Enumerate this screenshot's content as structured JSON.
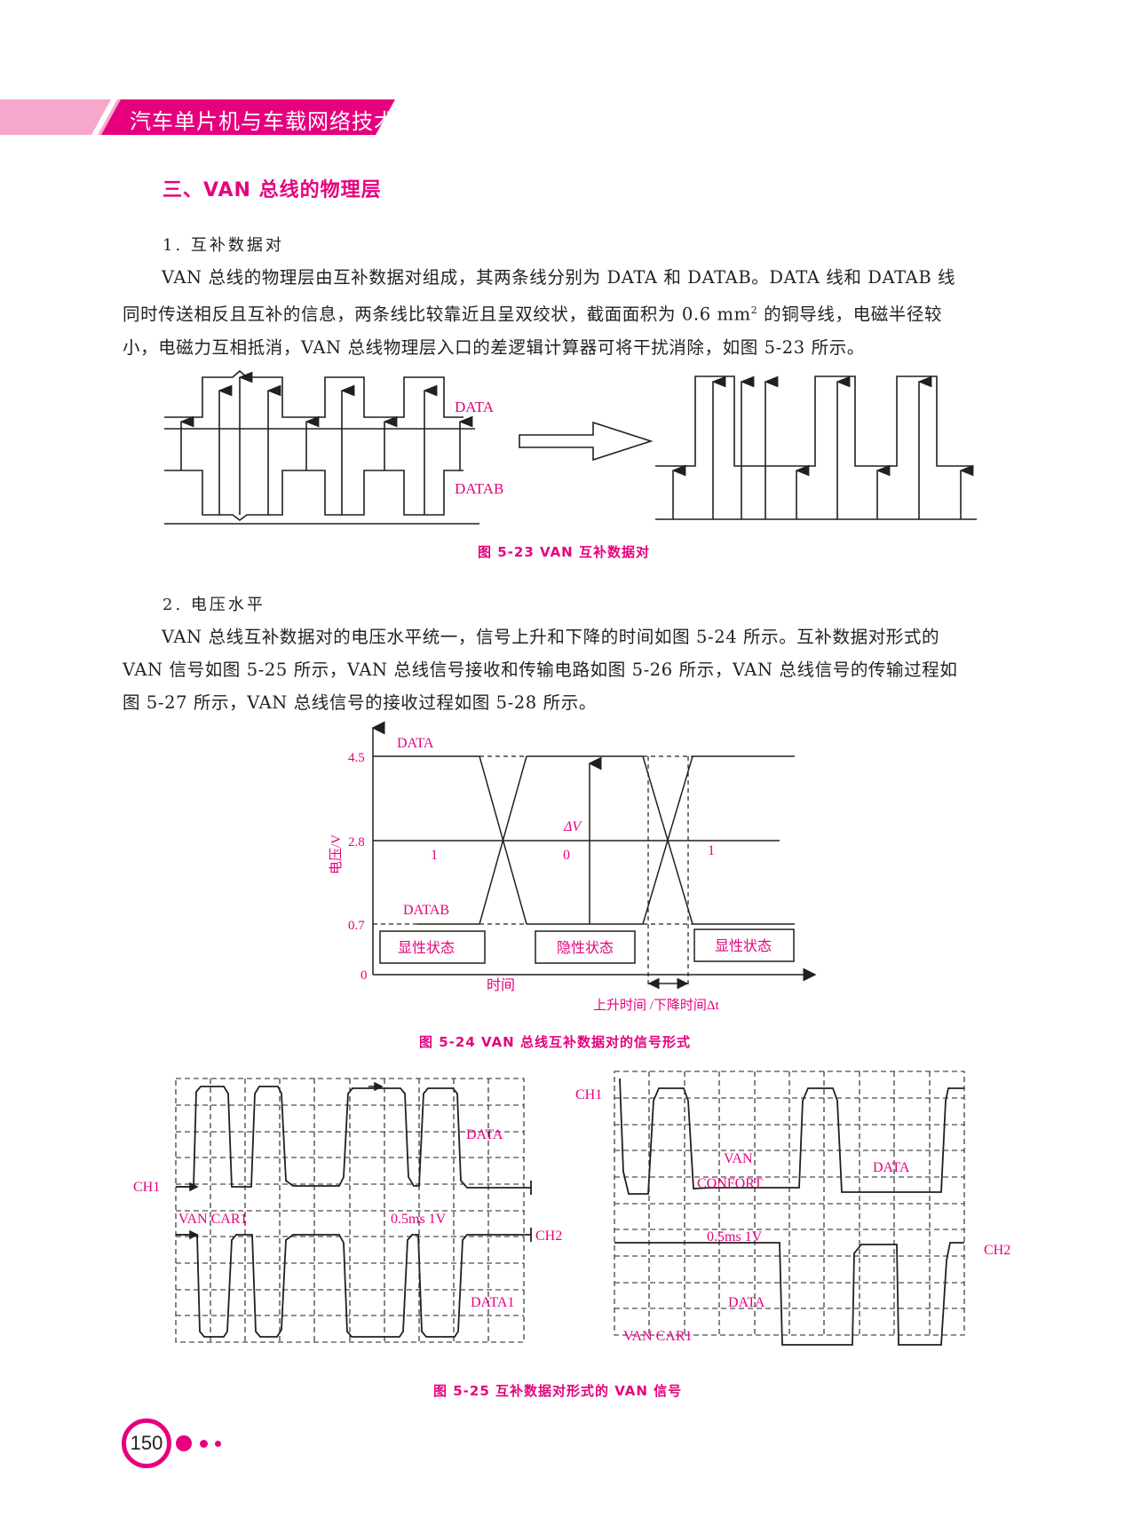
{
  "header": {
    "title": "汽车单片机与车载网络技术"
  },
  "section": {
    "title": "三、VAN 总线的物理层"
  },
  "sub1": {
    "title": "1. 互补数据对"
  },
  "para1": {
    "line1": "VAN 总线的物理层由互补数据对组成，其两条线分别为 DATA 和 DATAB。DATA 线和 DATAB 线",
    "line2a": "同时传送相反且互补的信息，两条线比较靠近且呈双绞状，截面面积为 0.6 mm",
    "line2sup": "2",
    "line2b": " 的铜导线，电磁半径较",
    "line3": "小，电磁力互相抵消，VAN 总线物理层入口的差逻辑计算器可将干扰消除，如图 5-23 所示。"
  },
  "fig523": {
    "label_data": "DATA",
    "label_datab": "DATAB",
    "caption": "图 5-23    VAN 互补数据对"
  },
  "sub2": {
    "title": "2. 电压水平"
  },
  "para2": {
    "line1": "VAN 总线互补数据对的电压水平统一，信号上升和下降的时间如图 5-24 所示。互补数据对形式的",
    "line2": "VAN 信号如图 5-25 所示，VAN 总线信号接收和传输电路如图 5-26 所示，VAN 总线信号的传输过程如",
    "line3": "图 5-27 所示，VAN 总线信号的接收过程如图 5-28 所示。"
  },
  "fig524": {
    "y_ticks": [
      "4.5",
      "2.8",
      "0.7",
      "0"
    ],
    "ylabel": "电压/V",
    "xlabel": "时间",
    "label_data": "DATA",
    "label_datab": "DATAB",
    "delta_v": "ΔV",
    "bits": [
      "1",
      "0",
      "1"
    ],
    "states": [
      "显性状态",
      "隐性状态",
      "显性状态"
    ],
    "rise_fall": "上升时间 /下降时间Δt",
    "caption": "图 5-24    VAN 总线互补数据对的信号形式"
  },
  "fig525": {
    "left": {
      "ch1": "CH1",
      "ch2": "CH2",
      "data": "DATA",
      "data1": "DATA1",
      "van_car": "VAN  CAR1",
      "scale": "0.5ms  1V"
    },
    "right": {
      "ch1": "CH1",
      "ch2": "CH2",
      "van": "VAN",
      "confort": "CONFORT",
      "data_top": "DATA",
      "data_bottom": "DATA",
      "van_car": "VAN  CAR1",
      "scale": "0.5ms  1V"
    },
    "caption": "图 5-25    互补数据对形式的 VAN 信号"
  },
  "footer": {
    "page_number": "150"
  },
  "colors": {
    "accent": "#e6007e",
    "band_light": "#f6a8cc"
  }
}
